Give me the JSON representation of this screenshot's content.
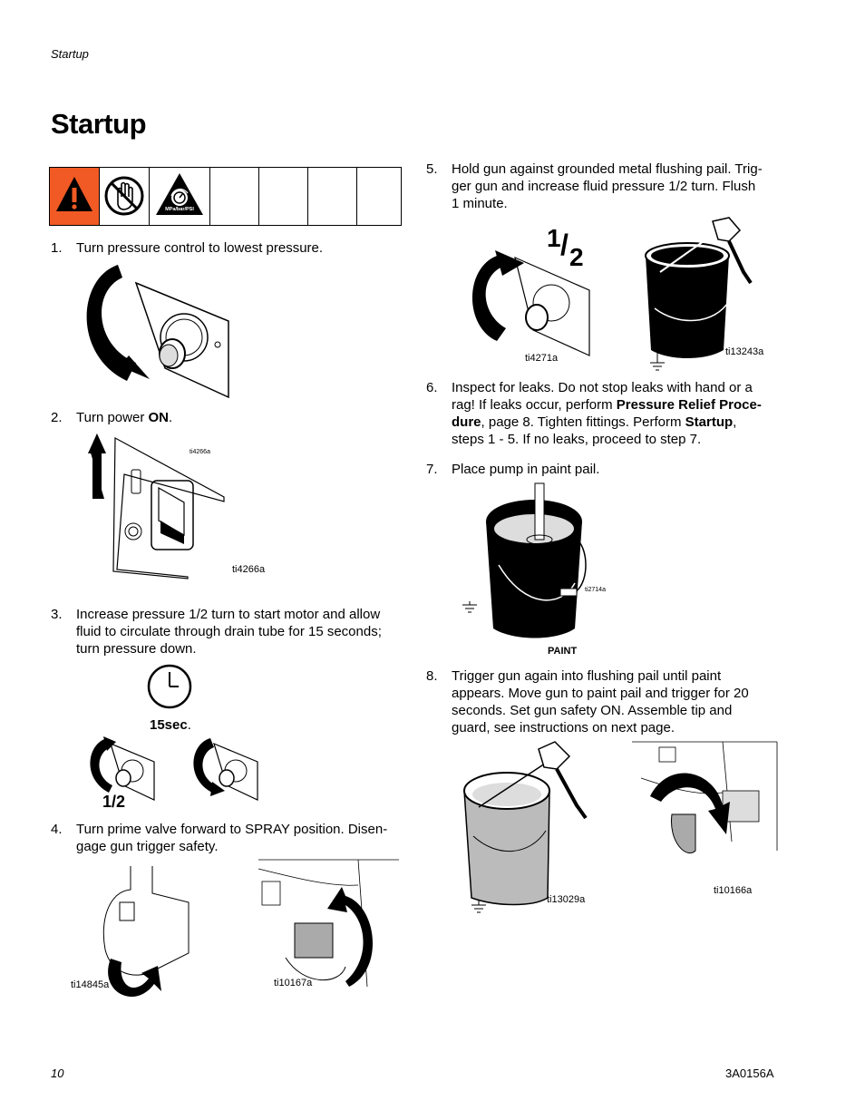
{
  "header": {
    "section": "Startup"
  },
  "title": "Startup",
  "warning_icons": {
    "icons": [
      "warning-triangle-icon",
      "no-hand-icon",
      "pressure-relief-icon"
    ],
    "pressure_label": "MPa/bar/PSI",
    "colors": {
      "warning_bg": "#f15a24"
    }
  },
  "steps": [
    {
      "num": "1.",
      "lines": [
        "Turn pressure control to lowest pressure."
      ]
    },
    {
      "num": "2.",
      "pre": "Turn power ",
      "bold": "ON",
      "post": "."
    },
    {
      "num": "3.",
      "lines": [
        "Increase pressure 1/2 turn to start motor and allow",
        "fluid to circulate through drain tube for 15 seconds;",
        "turn pressure down."
      ]
    },
    {
      "num": "4.",
      "lines": [
        "Turn prime valve forward to SPRAY position. Disen-",
        "gage gun trigger safety."
      ]
    },
    {
      "num": "5.",
      "lines": [
        "Hold gun against grounded metal flushing pail. Trig-",
        "ger gun and increase fluid pressure 1/2 turn. Flush",
        "1 minute."
      ]
    },
    {
      "num": "6.",
      "l1": "Inspect for leaks. Do not stop leaks with hand or a",
      "l2a": "rag! If leaks occur, perform ",
      "l2b": "Pressure Relief Proce-",
      "l3a": "dure",
      "l3b": ", page 8. Tighten fittings. Perform ",
      "l3c": "Startup",
      "l3d": ",",
      "l4": "steps 1 - 5. If no leaks, proceed to step 7."
    },
    {
      "num": "7.",
      "lines": [
        "Place pump in paint pail."
      ]
    },
    {
      "num": "8.",
      "lines": [
        "Trigger gun again into flushing pail until paint",
        "appears. Move gun to paint pail and trigger for 20",
        "seconds. Set gun safety ON. Assemble tip and",
        "guard, see instructions on next page."
      ]
    }
  ],
  "figures": {
    "step2_small": "ti4266a",
    "step2": "ti4266a",
    "step3_time": "15sec",
    "step3_time_post": ".",
    "step3_half": "1/2",
    "step4_left": "ti14845a",
    "step4_right": "ti10167a",
    "step5_fraction_num": "1",
    "step5_fraction_den": "2",
    "step5_left": "ti4271a",
    "step5_right": "ti13243a",
    "step7_small": "ti2714a",
    "step7_label": "PAINT",
    "step8_left": "ti13029a",
    "step8_right": "ti10166a"
  },
  "footer": {
    "page": "10",
    "doc": "3A0156A"
  }
}
